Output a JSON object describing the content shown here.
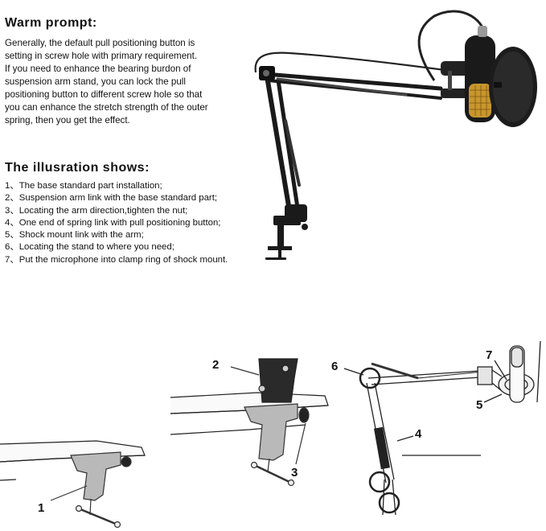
{
  "warm": {
    "title": "Warm prompt:",
    "lines": [
      "Generally, the default pull positioning  button is",
      "setting in screw hole with primary requirement.",
      "If you need to enhance the bearing burdon of",
      "suspension arm stand, you can lock the pull",
      "positioning button to different screw hole so that",
      "you can enhance the stretch strength of the outer",
      "spring, then you get the effect."
    ]
  },
  "illus": {
    "title": "The illusration shows:",
    "steps": [
      "1、The base standard part installation;",
      "2、Suspension arm link with the base standard part;",
      "3、Locating the arm direction,tighten the nut;",
      "4、One end of spring link with pull positioning button;",
      "5、Shock mount link with the arm;",
      "6、Locating the stand to where you need;",
      "7、Put the microphone into clamp ring of shock mount."
    ]
  },
  "callouts": [
    "1",
    "2",
    "3",
    "4",
    "5",
    "6",
    "7"
  ]
}
